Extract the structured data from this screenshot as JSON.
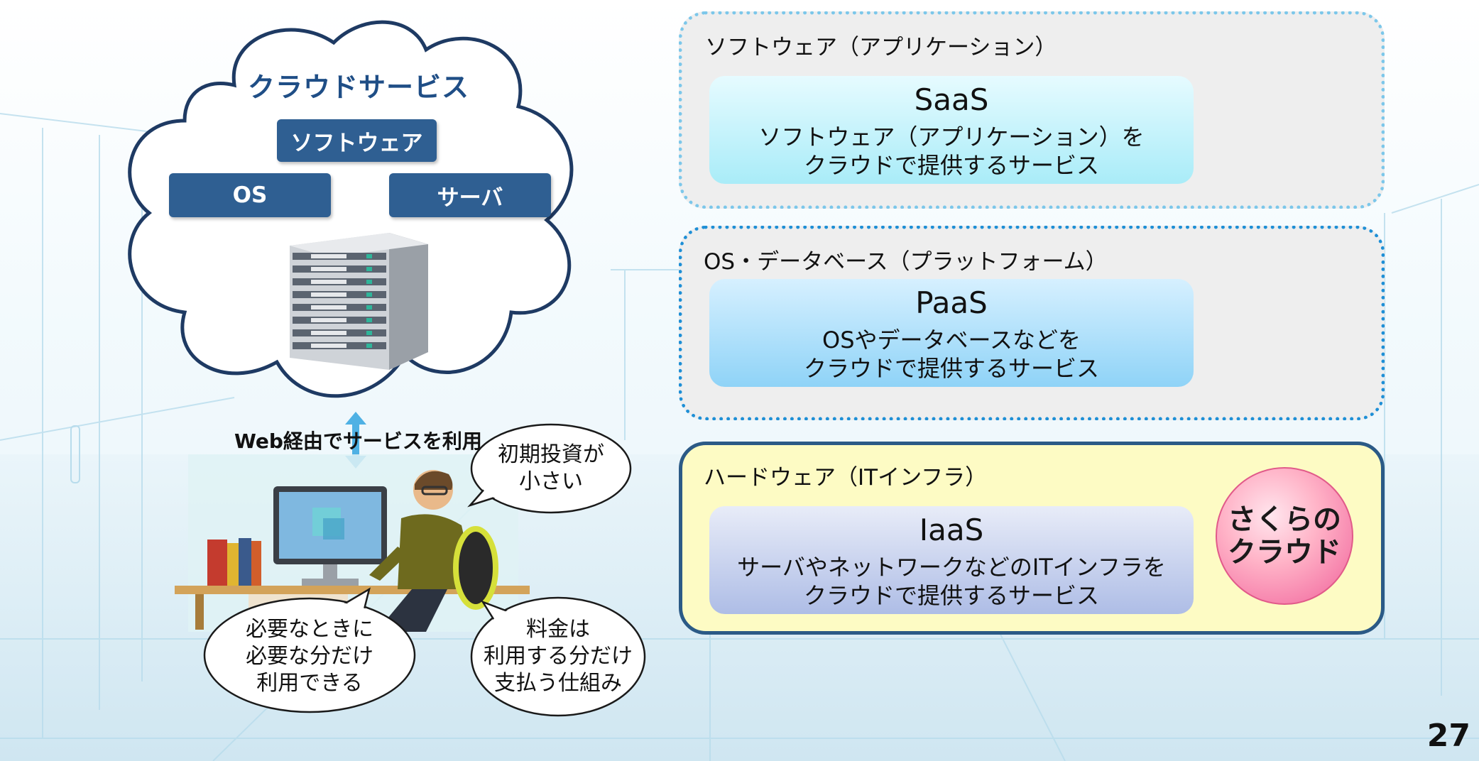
{
  "cloud": {
    "title": "クラウドサービス",
    "software_label": "ソフトウェア",
    "os_label": "OS",
    "server_label": "サーバ"
  },
  "connector_caption": "Web経由でサービスを利用",
  "bubbles": {
    "initial_investment": [
      "初期投資が",
      "小さい"
    ],
    "on_demand": [
      "必要なときに",
      "必要な分だけ",
      "利用できる"
    ],
    "pay_per_use": [
      "料金は",
      "利用する分だけ",
      "支払う仕組み"
    ]
  },
  "layers": [
    {
      "title": "ソフトウェア（アプリケーション）",
      "service": "SaaS",
      "desc1": "ソフトウェア（アプリケーション）を",
      "desc2": "クラウドで提供するサービス"
    },
    {
      "title": "OS・データベース（プラットフォーム）",
      "service": "PaaS",
      "desc1": "OSやデータベースなどを",
      "desc2": "クラウドで提供するサービス"
    },
    {
      "title": "ハードウェア（ITインフラ）",
      "service": "IaaS",
      "desc1": "サーバやネットワークなどのITインフラを",
      "desc2": "クラウドで提供するサービス"
    }
  ],
  "sakura_badge": [
    "さくらの",
    "クラウド"
  ],
  "page_number": "27",
  "colors": {
    "cloud_outline": "#1e3a63",
    "box_blue": "#2f5f92",
    "saas_border": "#7cc7ea",
    "paas_border": "#1e8fd6",
    "iaas_border": "#2b5a86",
    "iaas_fill": "#fdfbc4",
    "badge_pink": "#f0609a"
  }
}
